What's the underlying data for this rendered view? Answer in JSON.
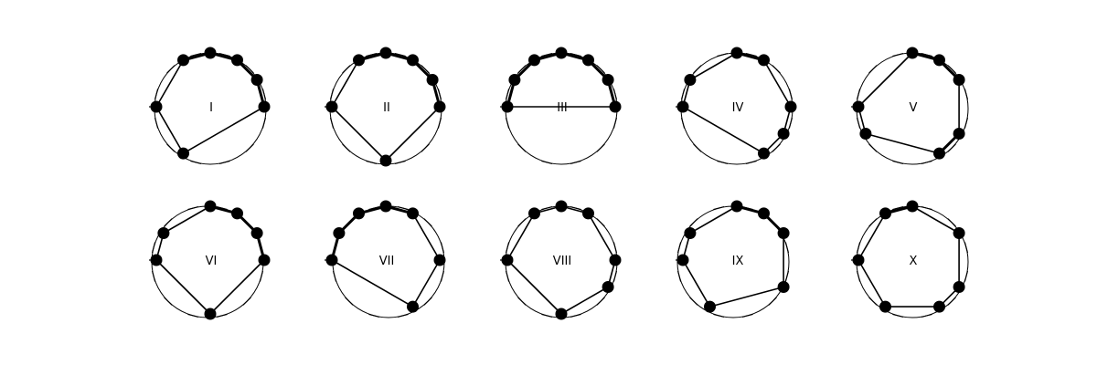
{
  "layout": {
    "steps": 12
  },
  "diagrams": [
    {
      "label": "I",
      "points": [
        0,
        2,
        3,
        4,
        5,
        6,
        10
      ],
      "thick_edges": [
        [
          2,
          3
        ],
        [
          3,
          4
        ],
        [
          4,
          5
        ],
        [
          5,
          6
        ]
      ]
    },
    {
      "label": "II",
      "points": [
        0,
        2,
        3,
        4,
        5,
        6,
        9
      ],
      "thick_edges": [
        [
          2,
          3
        ],
        [
          3,
          4
        ],
        [
          4,
          5
        ],
        [
          5,
          6
        ]
      ]
    },
    {
      "label": "III",
      "points": [
        0,
        1,
        2,
        3,
        4,
        5,
        6
      ],
      "thick_edges": [
        [
          0,
          1
        ],
        [
          1,
          2
        ],
        [
          2,
          3
        ],
        [
          3,
          4
        ],
        [
          4,
          5
        ],
        [
          5,
          6
        ]
      ]
    },
    {
      "label": "IV",
      "points": [
        0,
        1,
        3,
        4,
        6,
        7,
        8
      ],
      "thick_edges": [
        [
          3,
          4
        ]
      ]
    },
    {
      "label": "V",
      "points": [
        0,
        3,
        4,
        5,
        7,
        8,
        11
      ],
      "thick_edges": [
        [
          3,
          4
        ],
        [
          4,
          5
        ],
        [
          7,
          8
        ]
      ]
    },
    {
      "label": "VI",
      "points": [
        0,
        1,
        3,
        4,
        5,
        6,
        9
      ],
      "thick_edges": [
        [
          3,
          4
        ],
        [
          4,
          5
        ],
        [
          5,
          6
        ]
      ]
    },
    {
      "label": "VII",
      "points": [
        0,
        1,
        2,
        3,
        4,
        6,
        8
      ],
      "thick_edges": [
        [
          0,
          1
        ],
        [
          1,
          2
        ],
        [
          2,
          3
        ],
        [
          3,
          4
        ]
      ]
    },
    {
      "label": "VIII",
      "points": [
        0,
        2,
        3,
        4,
        6,
        7,
        9
      ],
      "thick_edges": []
    },
    {
      "label": "IX",
      "points": [
        0,
        1,
        3,
        4,
        5,
        7,
        10
      ],
      "thick_edges": [
        [
          3,
          4
        ],
        [
          4,
          5
        ]
      ]
    },
    {
      "label": "X",
      "points": [
        0,
        2,
        3,
        5,
        7,
        8,
        10
      ],
      "thick_edges": [
        [
          2,
          3
        ]
      ]
    }
  ]
}
